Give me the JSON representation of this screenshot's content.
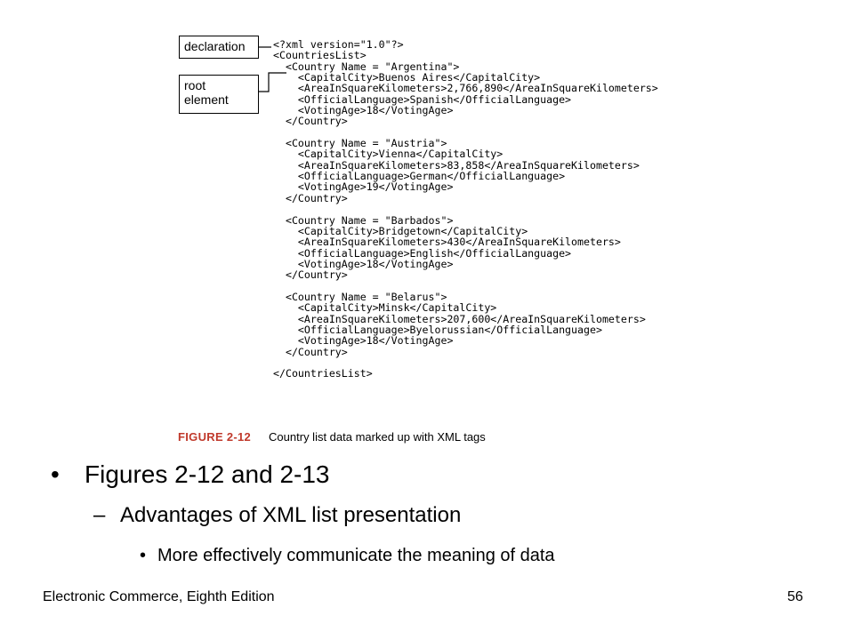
{
  "figure": {
    "callouts": {
      "declaration": "declaration",
      "root_line1": "root",
      "root_line2": "element"
    },
    "code_lines": [
      "<?xml version=\"1.0\"?>",
      "<CountriesList>",
      "  <Country Name = \"Argentina\">",
      "    <CapitalCity>Buenos Aires</CapitalCity>",
      "    <AreaInSquareKilometers>2,766,890</AreaInSquareKilometers>",
      "    <OfficialLanguage>Spanish</OfficialLanguage>",
      "    <VotingAge>18</VotingAge>",
      "  </Country>",
      "",
      "  <Country Name = \"Austria\">",
      "    <CapitalCity>Vienna</CapitalCity>",
      "    <AreaInSquareKilometers>83,858</AreaInSquareKilometers>",
      "    <OfficialLanguage>German</OfficialLanguage>",
      "    <VotingAge>19</VotingAge>",
      "  </Country>",
      "",
      "  <Country Name = \"Barbados\">",
      "    <CapitalCity>Bridgetown</CapitalCity>",
      "    <AreaInSquareKilometers>430</AreaInSquareKilometers>",
      "    <OfficialLanguage>English</OfficialLanguage>",
      "    <VotingAge>18</VotingAge>",
      "  </Country>",
      "",
      "  <Country Name = \"Belarus\">",
      "    <CapitalCity>Minsk</CapitalCity>",
      "    <AreaInSquareKilometers>207,600</AreaInSquareKilometers>",
      "    <OfficialLanguage>Byelorussian</OfficialLanguage>",
      "    <VotingAge>18</VotingAge>",
      "  </Country>",
      "",
      "</CountriesList>"
    ],
    "caption_label": "FIGURE 2-12",
    "caption_text": "Country list data marked up with XML tags",
    "caption_color": "#c0392b"
  },
  "bullets": {
    "level1": {
      "mark": "•",
      "text": "Figures 2-12 and 2-13"
    },
    "level2": {
      "mark": "–",
      "text": "Advantages of XML list presentation"
    },
    "level3": {
      "mark": "•",
      "text": "More effectively communicate the meaning of data"
    }
  },
  "footer": {
    "left": "Electronic Commerce, Eighth Edition",
    "page_number": "56"
  }
}
